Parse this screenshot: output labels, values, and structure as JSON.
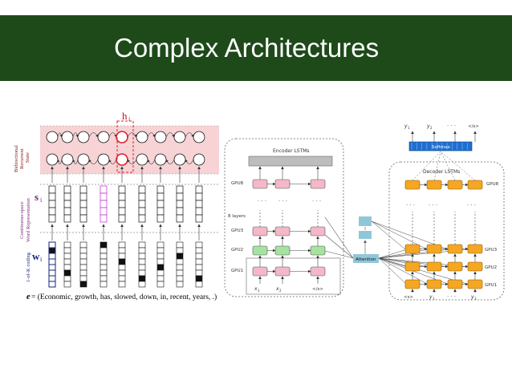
{
  "slide": {
    "title": "Complex Architectures"
  },
  "colors": {
    "title_bar": "#1e4a1a",
    "encoder_cell": "#f4b8c8",
    "gpu2_cell": "#a6e3a0",
    "decoder_cell": "#f5a623",
    "softmax": "#1f6fd0",
    "attention": "#8fc7d9",
    "bidir_band": "#f7d3d6",
    "highlight": "#d9232b"
  },
  "left_figure": {
    "hi_label": "h",
    "hi_sub": "i",
    "si_label": "s",
    "si_sub": "i",
    "wi_label": "w",
    "wi_sub": "i",
    "label_bidir_1": "Bidirectional",
    "label_bidir_2": "Recurrent",
    "label_bidir_3": "State",
    "label_cont_1": "Continuous-space",
    "label_cont_2": "Word Representation",
    "label_1ofk": "1-of-K coding",
    "sentence_e": "e",
    "sentence_rest": " = (Economic, growth, has, slowed, down, in, recent, years, .)"
  },
  "encoder_figure": {
    "header": "Encoder LSTMs",
    "layers_label": "8 layers",
    "gpu8": "GPU8",
    "gpu3": "GPU3",
    "gpu2": "GPU2",
    "gpu1": "GPU1",
    "x1": "x",
    "x1_sub": "1",
    "x2": "x",
    "x2_sub": "2",
    "eos": "</s>",
    "dots": "· · ·"
  },
  "attention_label": "Attention",
  "decoder_figure": {
    "header": "Decoder LSTMs",
    "softmax": "Softmax",
    "gpu8": "GPU8",
    "gpu3": "GPU3",
    "gpu2": "GPU2",
    "gpu1": "GPU1",
    "y1_top": "y",
    "y1_top_sub": "1",
    "y2_top": "y",
    "y2_top_sub": "2",
    "eos_top": "</s>",
    "bos": "<s>",
    "y1": "y",
    "y1_sub": "1",
    "y3": "y",
    "y3_sub": "3",
    "dots": "· · ·"
  }
}
